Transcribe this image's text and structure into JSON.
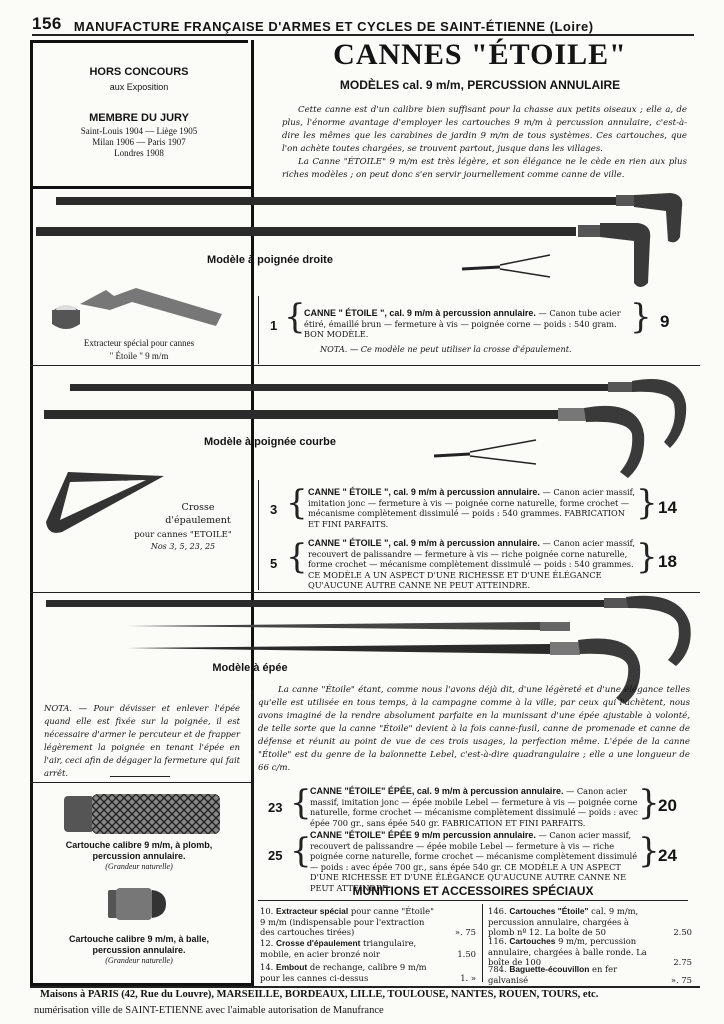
{
  "header": {
    "page_number": "156",
    "title": "MANUFACTURE FRANÇAISE D'ARMES ET CYCLES DE SAINT-ÉTIENNE (Loire)"
  },
  "sidebar_box": {
    "line1": "HORS CONCOURS",
    "line2": "aux Exposition",
    "line3": "MEMBRE DU JURY",
    "line4": "Saint-Louis 1904 — Liège 1905",
    "line5": "Milan 1906 — Paris 1907",
    "line6": "Londres 1908"
  },
  "title": "CANNES \"ÉTOILE\"",
  "subtitle": "MODÈLES cal. 9 m/m, PERCUSSION ANNULAIRE",
  "intro": [
    "Cette canne est d'un calibre bien suffisant pour la chasse aux petits oiseaux ; elle a, de plus, l'énorme avantage d'employer les cartouches 9 m/m à percussion annulaire, c'est-à-dire les mêmes que les carabines de jardin 9 m/m de tous systèmes. Ces cartouches, que l'on achète toutes chargées, se trouvent partout, jusque dans les villages.",
    "La Canne \"ÉTOILE\" 9 m/m est très légère, et son élégance ne le cède en rien aux plus riches modèles ; on peut donc s'en servir journellement comme canne de ville."
  ],
  "captions": {
    "droite": "Modèle à poignée droite",
    "courbe": "Modèle à poignée courbe",
    "epee": "Modèle à épée"
  },
  "extracteur": {
    "line1": "Extracteur spécial pour cannes",
    "line2": "\" Étoile \" 9 m/m"
  },
  "crosse": {
    "line1": "Crosse",
    "line2": "d'épaulement",
    "line3": "pour cannes \"ETOILE\"",
    "line4": "Nos 3, 5, 23, 25"
  },
  "models": [
    {
      "num": "1",
      "price": "9",
      "title": "CANNE \" ÉTOILE \", cal. 9 m/m à percussion annulaire.",
      "text": " — Canon tube acier étiré, émaillé brun — fermeture à vis — poignée corne — poids : 540 gram. BON MODÈLE."
    },
    {
      "num": "3",
      "price": "14",
      "title": "CANNE \" ÉTOILE \", cal. 9 m/m à percussion annulaire.",
      "text": " — Canon acier massif, imitation jonc — fermeture à vis — poignée corne naturelle, forme crochet — mécanisme complètement dissimulé — poids : 540 grammes. FABRICATION ET FINI PARFAITS."
    },
    {
      "num": "5",
      "price": "18",
      "title": "CANNE \" ÉTOILE \", cal. 9 m/m à percussion annulaire.",
      "text": " — Canon acier massif, recouvert de palissandre — fermeture à vis — riche poignée corne naturelle, forme crochet — mécanisme complètement dissimulé — poids : 540 grammes. CE MODÈLE A UN ASPECT D'UNE RICHESSE ET D'UNE ÉLÉGANCE QU'AUCUNE AUTRE CANNE NE PEUT ATTEINDRE."
    },
    {
      "num": "23",
      "price": "20",
      "title": "CANNE \"ÉTOILE\" ÉPÉE, cal. 9 m/m à percussion annulaire.",
      "text": " — Canon acier massif, imitation jonc — épée mobile Lebel — fermeture à vis — poignée corne naturelle, forme crochet — mécanisme complètement dissimulé — poids : avec épée 700 gr., sans épée 540 gr. FABRICATION ET FINI PARFAITS."
    },
    {
      "num": "25",
      "price": "24",
      "title": "CANNE \"ÉTOILE\" ÉPÉE 9 m/m percussion annulaire.",
      "text": " — Canon acier massif, recouvert de palissandre — épée mobile Lebel — fermeture à vis — riche poignée corne naturelle, forme crochet — mécanisme complètement dissimulé — poids : avec épée 700 gr., sans épée 540 gr. CE MODÈLE A UN ASPECT D'UNE RICHESSE ET D'UNE ÉLÉGANCE QU'AUCUNE AUTRE CANNE NE PEUT ATTEINDRE."
    }
  ],
  "nota1": "NOTA. — Ce modèle ne peut utiliser la crosse d'épaulement.",
  "nota2": "NOTA. — Pour dévisser et enlever l'épée quand elle est fixée sur la poignée, il est nécessaire d'armer le percuteur et de frapper légèrement la poignée en tenant l'épée en l'air, ceci afin de dégager la fermeture qui fait arrêt.",
  "epee_para": "La canne \"Étoile\" étant, comme nous l'avons déjà dit, d'une légèreté et d'une élégance telles qu'elle est utilisée en tous temps, à la campagne comme à la ville, par ceux qui l'achètent, nous avons imaginé de la rendre absolument parfaite en la munissant d'une épée ajustable à volonté, de telle sorte que la canne \"Étoile\" devient à la fois canne-fusil, canne de promenade et canne de défense et réunit au point de vue de ces trois usages, la perfection même. L'épée de la canne \"Étoile\" est du genre de la baïonnette Lebel, c'est-à-dire quadrangulaire ; elle a une longueur de 66 c/m.",
  "cartouche1": {
    "line1": "Cartouche calibre 9 m/m, à plomb,",
    "line2": "percussion annulaire.",
    "line3": "(Grandeur naturelle)"
  },
  "cartouche2": {
    "line1": "Cartouche calibre 9 m/m, à balle,",
    "line2": "percussion annulaire.",
    "line3": "(Grandeur naturelle)"
  },
  "munitions_title": "MUNITIONS ET ACCESSOIRES SPÉCIAUX",
  "accessories_left": [
    {
      "no": "10.",
      "name": "Extracteur spécial",
      "desc": " pour canne \"Étoile\" 9 m/m (indispensable pour l'extraction des cartouches tirées)",
      "price": "». 75"
    },
    {
      "no": "12.",
      "name": "Crosse d'épaulement",
      "desc": " triangulaire, mobile, en acier bronzé noir",
      "price": "1.50"
    },
    {
      "no": "14.",
      "name": "Embout",
      "desc": " de rechange, calibre 9 m/m pour les cannes ci-dessus",
      "price": "1. »"
    }
  ],
  "accessories_right": [
    {
      "no": "146.",
      "name": "Cartouches \"Étoile\"",
      "desc": " cal. 9 m/m, percussion annulaire, chargées à plomb nº 12. La boîte de 50",
      "price": "2.50"
    },
    {
      "no": "116.",
      "name": "Cartouches",
      "desc": " 9 m/m, percussion annulaire, chargées à balle ronde. La boîte de 100",
      "price": "2.75"
    },
    {
      "no": "784.",
      "name": "Baguette-écouvillon",
      "desc": " en fer galvanisé",
      "price": "». 75"
    }
  ],
  "footer": "Maisons à PARIS (42, Rue du Louvre), MARSEILLE, BORDEAUX, LILLE, TOULOUSE, NANTES, ROUEN, TOURS, etc.",
  "credit": "numérisation ville de SAINT-ETIENNE avec l'aimable autorisation de Manufrance"
}
